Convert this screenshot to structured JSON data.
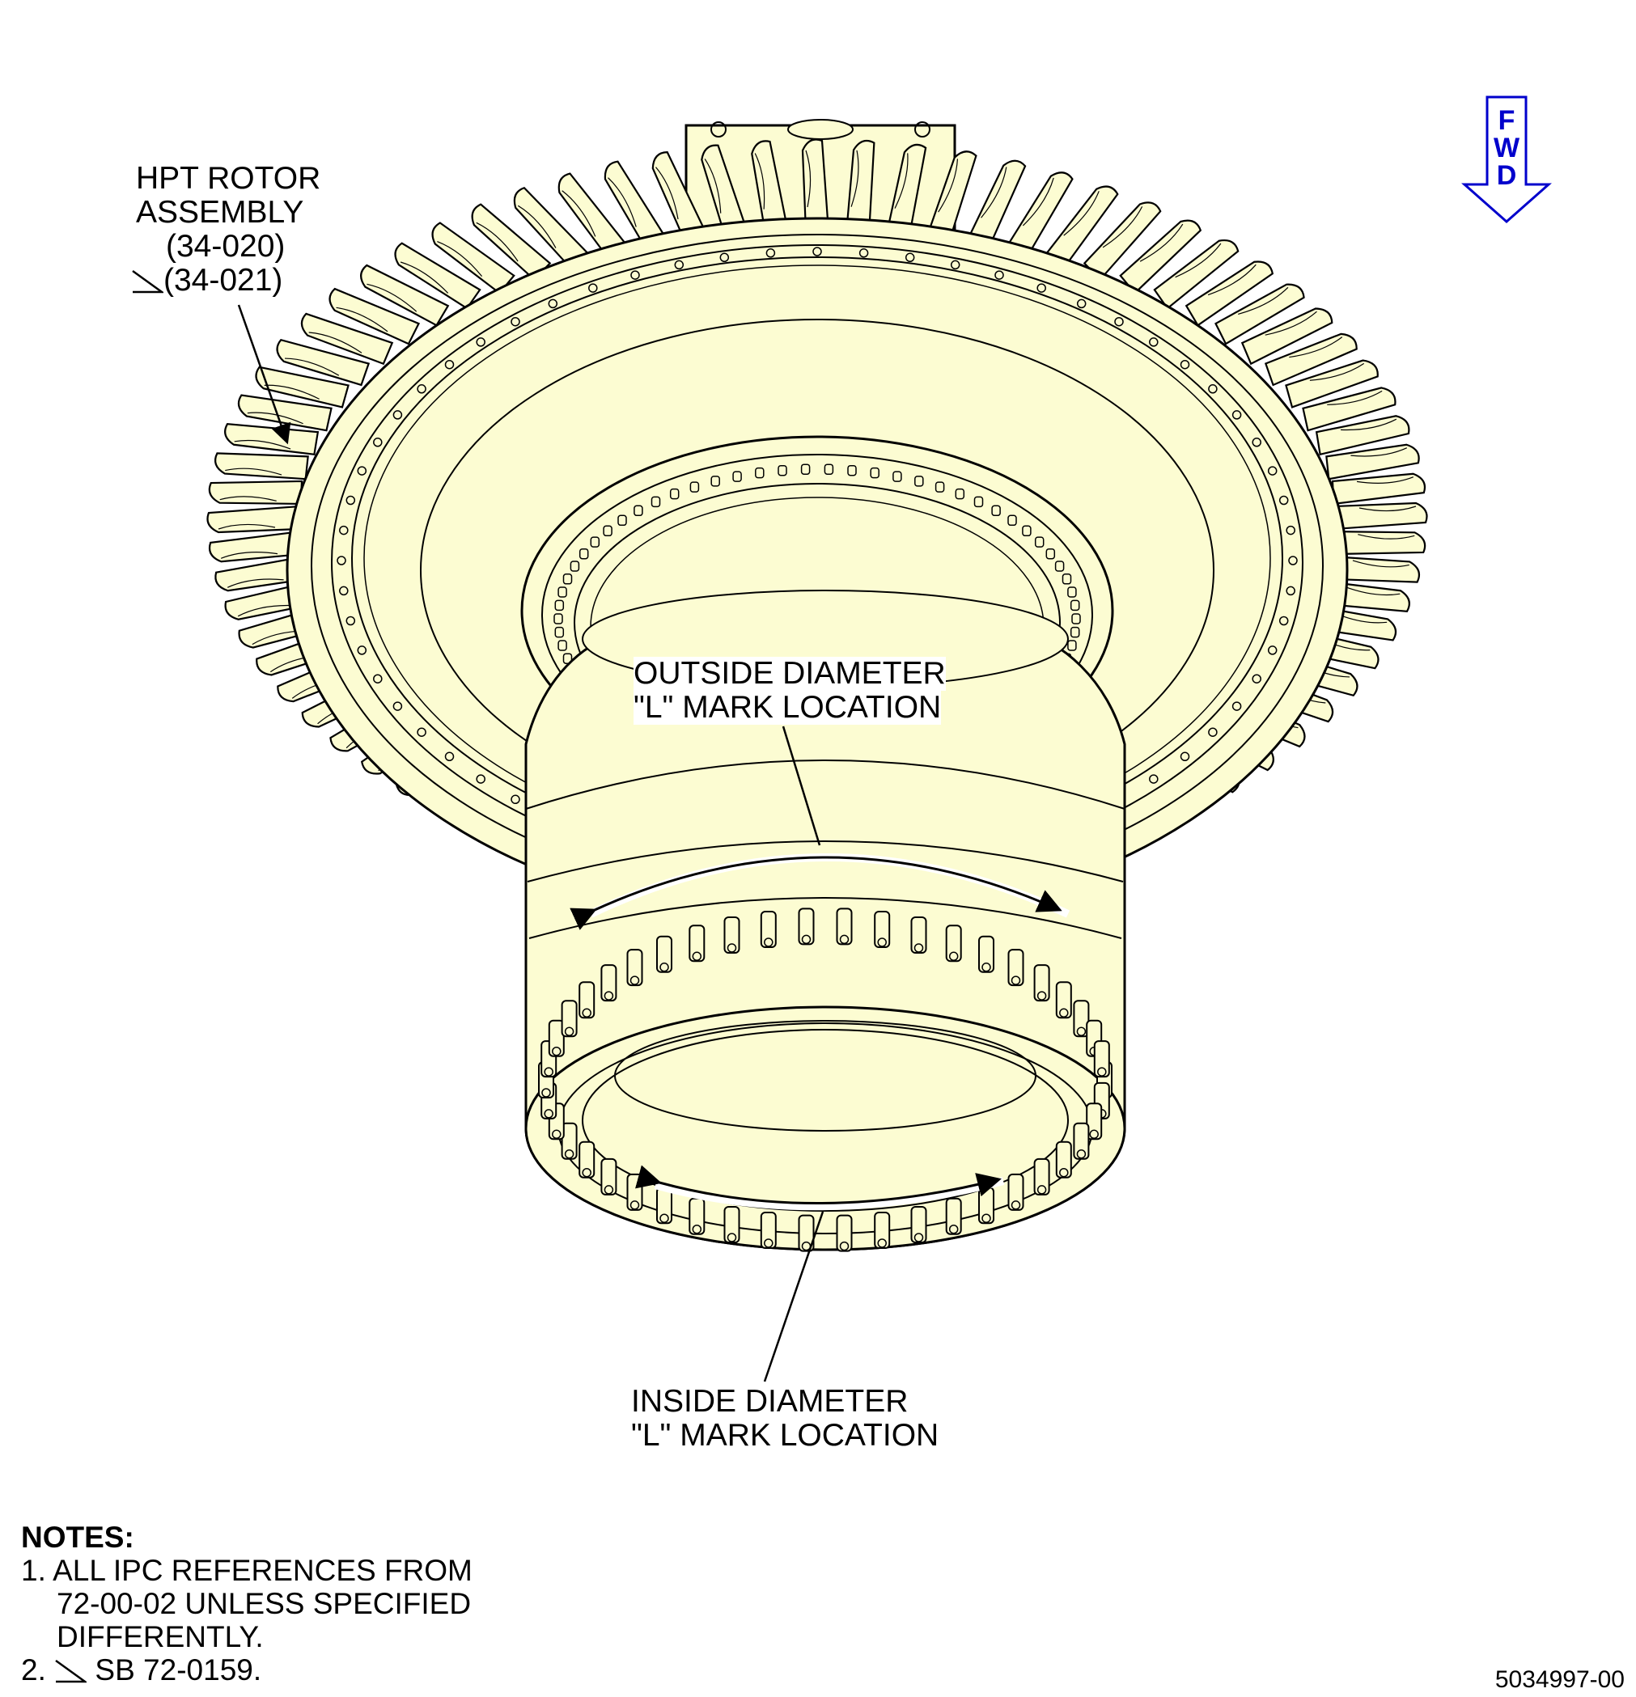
{
  "hpt_label": {
    "line1": "HPT ROTOR",
    "line2": "ASSEMBLY",
    "line3": "(34-020)",
    "line4": "(34-021)"
  },
  "outside_label": {
    "line1": "OUTSIDE DIAMETER",
    "line2": "\"L\" MARK LOCATION"
  },
  "inside_label": {
    "line1": "INSIDE DIAMETER",
    "line2": "\"L\" MARK LOCATION"
  },
  "fwd": {
    "letters": [
      "F",
      "W",
      "D"
    ],
    "color": "#0000cc"
  },
  "notes": {
    "heading": "NOTES:",
    "note1_line1": "1. ALL IPC REFERENCES FROM",
    "note1_line2": "72-00-02 UNLESS SPECIFIED",
    "note1_line3": "DIFFERENTLY.",
    "note2_prefix": "2.",
    "note2_text": "SB 72-0159."
  },
  "doc_number": "5034997-00",
  "part_fill_color": "#fcfcd2"
}
